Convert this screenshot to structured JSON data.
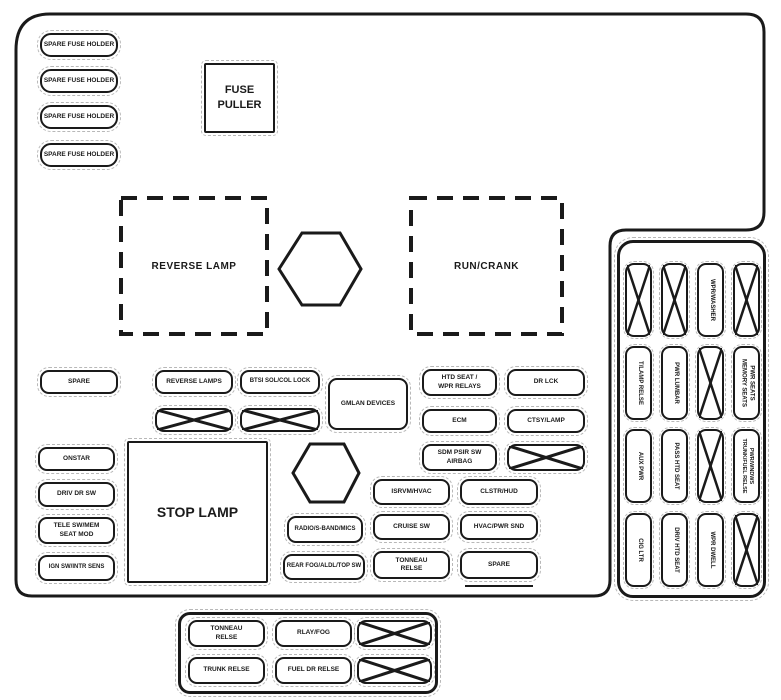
{
  "diagram_type": "fuse-box-diagram",
  "colors": {
    "line": "#1a1a1a",
    "background": "#ffffff"
  },
  "labels": {
    "spare_fuse_holder_1": "SPARE FUSE HOLDER",
    "spare_fuse_holder_2": "SPARE FUSE HOLDER",
    "spare_fuse_holder_3": "SPARE FUSE HOLDER",
    "spare_fuse_holder_4": "SPARE FUSE HOLDER",
    "fuse_puller": "FUSE\nPULLER",
    "reverse_lamp_zone": "REVERSE LAMP",
    "run_crank_zone": "RUN/CRANK",
    "spare_a": "SPARE",
    "reverse_lamps": "REVERSE LAMPS",
    "btsi_sol_col_lock": "BTSI SOL/COL LOCK",
    "gmlan_devices": "GMLAN DEVICES",
    "htd_seat_wpr_relays": "HTD SEAT /\nWPR RELAYS",
    "dr_lck": "DR LCK",
    "ecm": "ECM",
    "ctsy_lamp": "CTSY/LAMP",
    "sdm_psir_sw_airbag": "SDM PSIR SW\nAIRBAG",
    "onstar": "ONSTAR",
    "driv_dr_sw": "DRIV DR SW",
    "tele_sw_mem_seat_mod": "TELE SW/MEM\nSEAT MOD",
    "ign_sw_intr_sens": "IGN SW/INTR SENS",
    "stop_lamp": "STOP LAMP",
    "radio_s_band_mics": "RADIO/S-BAND/MICS",
    "rear_fog_aldl_top_sw": "REAR FOG/ALDL/TOP SW",
    "isrvm_hvac": "ISRVM/HVAC",
    "clstr_hud": "CLSTR/HUD",
    "cruise_sw": "CRUISE SW",
    "hvac_pwr_snd": "HVAC/PWR SND",
    "tonneau_relse_a": "TONNEAU\nRELSE",
    "spare_b": "SPARE",
    "wpr_washer": "WPR/WASHER",
    "tlamp_relse": "T/LAMP RELSE",
    "pwr_lumbar": "PWR LUMBAR",
    "pwr_seats_memory_seats": "PWR SEATS\nMEMORY SEATS",
    "aux_pwr": "AUX PWR",
    "pass_htd_seat": "PASS HTD SEAT",
    "pwr_wndws_trunk_fuel_relse": "PWR/WNDWS\nTRUNK/FUEL RELSE",
    "cig_ltr": "CIG LTR",
    "driv_htd_seat": "DRIV HTD SEAT",
    "wpr_dwell": "WPR DWELL",
    "tonneau_relse_b": "TONNEAU\nRELSE",
    "rlay_fog": "RLAY/FOG",
    "trunk_relse": "TRUNK RELSE",
    "fuel_dr_relse": "FUEL DR RELSE"
  }
}
